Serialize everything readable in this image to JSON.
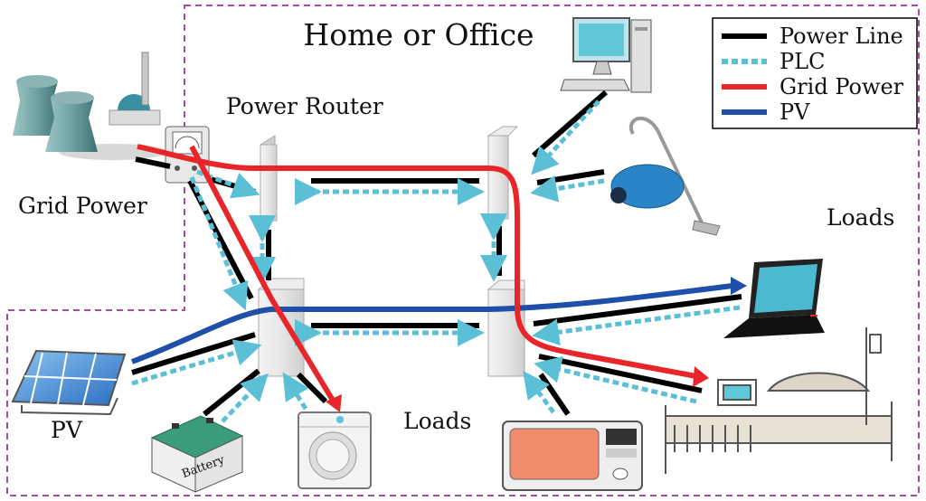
{
  "title": "Home or Office",
  "labels": {
    "grid_power": "Grid Power",
    "power_router": "Power Router",
    "loads_right": "Loads",
    "loads_bottom": "Loads",
    "pv": "PV",
    "battery": "Battery"
  },
  "legend": [
    {
      "label": "Power Line",
      "color": "#000000",
      "style": "solid"
    },
    {
      "label": "PLC",
      "color": "#5bc0d6",
      "style": "dashed"
    },
    {
      "label": "Grid Power",
      "color": "#e8262a",
      "style": "solid"
    },
    {
      "label": "PV",
      "color": "#1f4fa8",
      "style": "solid"
    }
  ],
  "colors": {
    "boundary": "#a64ca6",
    "power_line": "#000000",
    "plc": "#5bc0d6",
    "grid": "#e8262a",
    "pv": "#1f4fa8"
  }
}
